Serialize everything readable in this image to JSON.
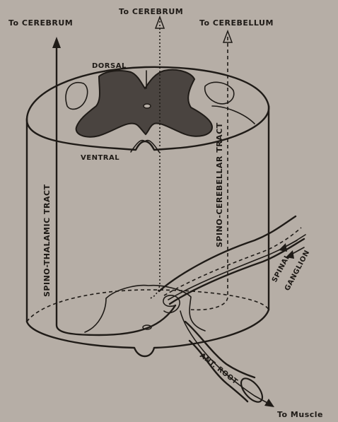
{
  "labels": {
    "to_cerebrum_left": "To CEREBRUM",
    "to_cerebrum_center": "To CEREBRUM",
    "to_cerebellum": "To CEREBELLUM",
    "dorsal": "DORSAL",
    "ventral": "VENTRAL",
    "spino_thalamic_tract": "SPINO-THALAMIC TRACT",
    "spino_cerebellar_tract": "SPINO-CEREBELLAR TRACT",
    "spinal_ganglion_line1": "SPINAL",
    "spinal_ganglion_line2": "GANGLION",
    "ant_root": "ANT. ROOT",
    "to_muscle": "To Muscle"
  }
}
